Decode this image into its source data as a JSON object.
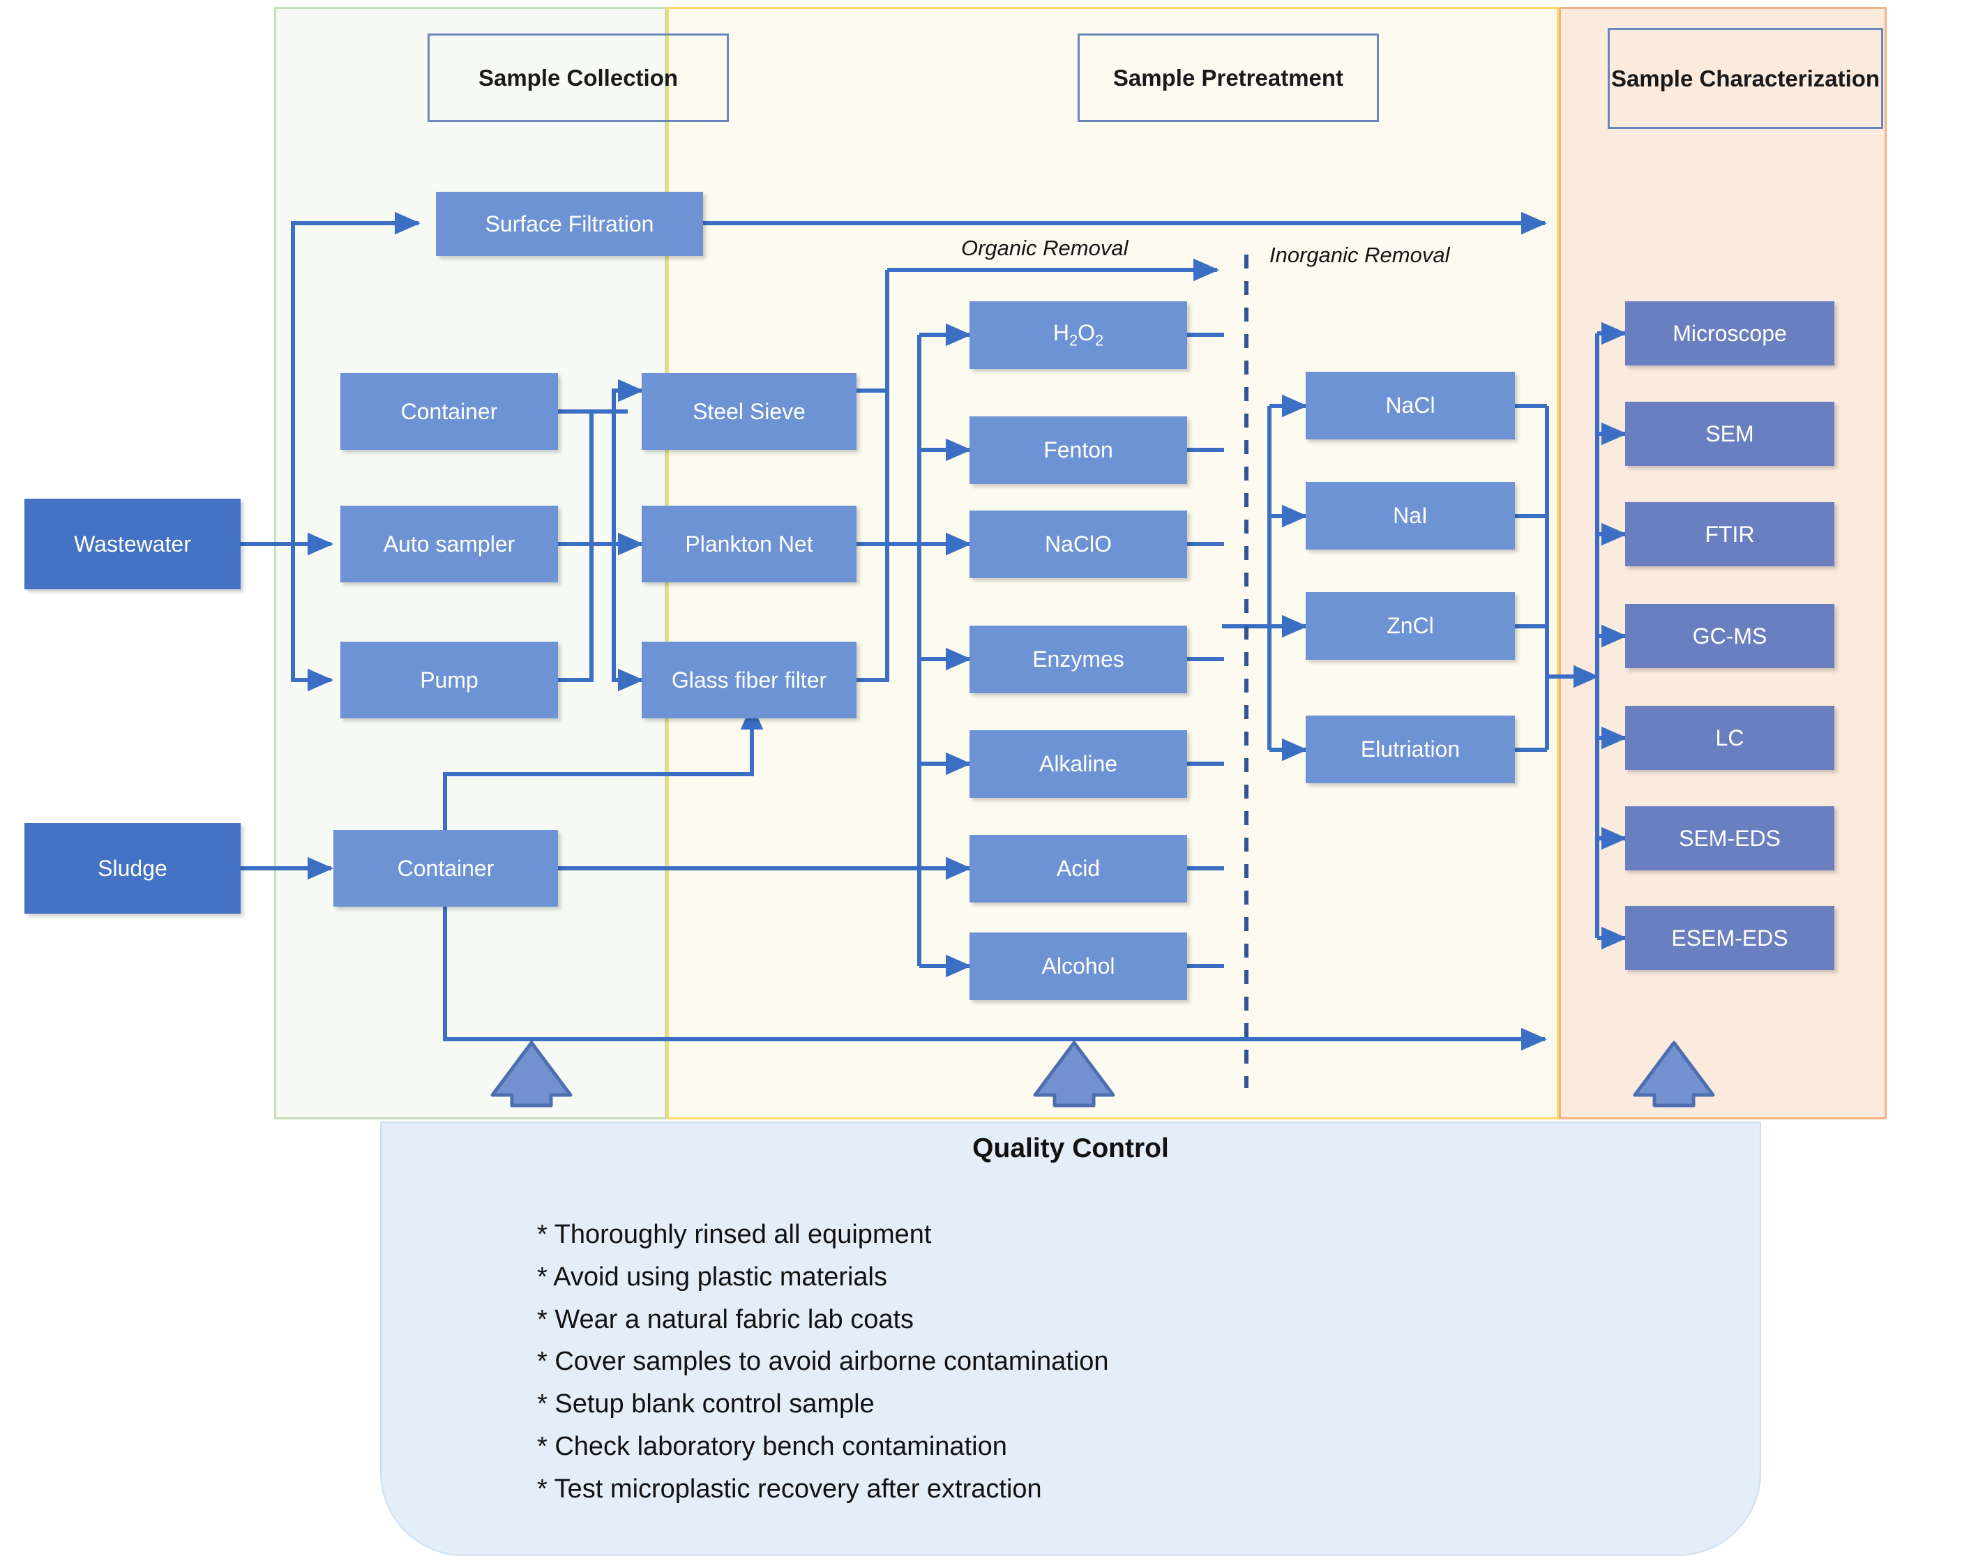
{
  "phases": [
    {
      "id": "collection",
      "title": "Sample Collection",
      "accent": "#c5e0b4",
      "bg": "#f7faf4"
    },
    {
      "id": "pretreatment",
      "title": "Sample Pretreatment",
      "accent": "#ffd966",
      "bg": "#fdfaef"
    },
    {
      "id": "characterization",
      "title": "Sample Characterization",
      "accent": "#f4b183",
      "bg": "#fbeade"
    }
  ],
  "sources": [
    {
      "label": "Wastewater"
    },
    {
      "label": "Sludge"
    }
  ],
  "collection": {
    "surface_filtration": "Surface Filtration",
    "samplers": [
      {
        "label": "Container"
      },
      {
        "label": "Auto sampler"
      },
      {
        "label": "Pump"
      }
    ],
    "filters": [
      {
        "label": "Steel Sieve"
      },
      {
        "label": "Plankton Net"
      },
      {
        "label": "Glass fiber filter"
      }
    ],
    "sludge_container": "Container"
  },
  "pretreatment": {
    "organic_label": "Organic Removal",
    "inorganic_label": "Inorganic Removal",
    "organic": [
      {
        "label": "H2O2"
      },
      {
        "label": "Fenton"
      },
      {
        "label": "NaClO"
      },
      {
        "label": "Enzymes"
      },
      {
        "label": "Alkaline"
      },
      {
        "label": "Acid"
      },
      {
        "label": "Alcohol"
      }
    ],
    "inorganic": [
      {
        "label": "NaCl"
      },
      {
        "label": "NaI"
      },
      {
        "label": "ZnCl"
      },
      {
        "label": "Elutriation"
      }
    ]
  },
  "characterization": {
    "methods": [
      {
        "label": "Microscope"
      },
      {
        "label": "SEM"
      },
      {
        "label": "FTIR"
      },
      {
        "label": "GC-MS"
      },
      {
        "label": "LC"
      },
      {
        "label": "SEM-EDS"
      },
      {
        "label": "ESEM-EDS"
      }
    ]
  },
  "quality_control": {
    "title": "Quality Control",
    "items": [
      "* Thoroughly rinsed all equipment",
      "* Avoid using plastic materials",
      "* Wear a natural fabric lab coats",
      "* Cover samples to avoid airborne contamination",
      "* Setup blank control sample",
      "* Check laboratory bench contamination",
      "* Test microplastic recovery after extraction"
    ]
  },
  "colors": {
    "source_box": "#4472c4",
    "process_box": "#6d93d4",
    "characterization_box": "#6a7fc0",
    "connector": "#3b6fc4",
    "qc_panel": "#e3eef9",
    "divider_dashed": "#2f5597"
  }
}
